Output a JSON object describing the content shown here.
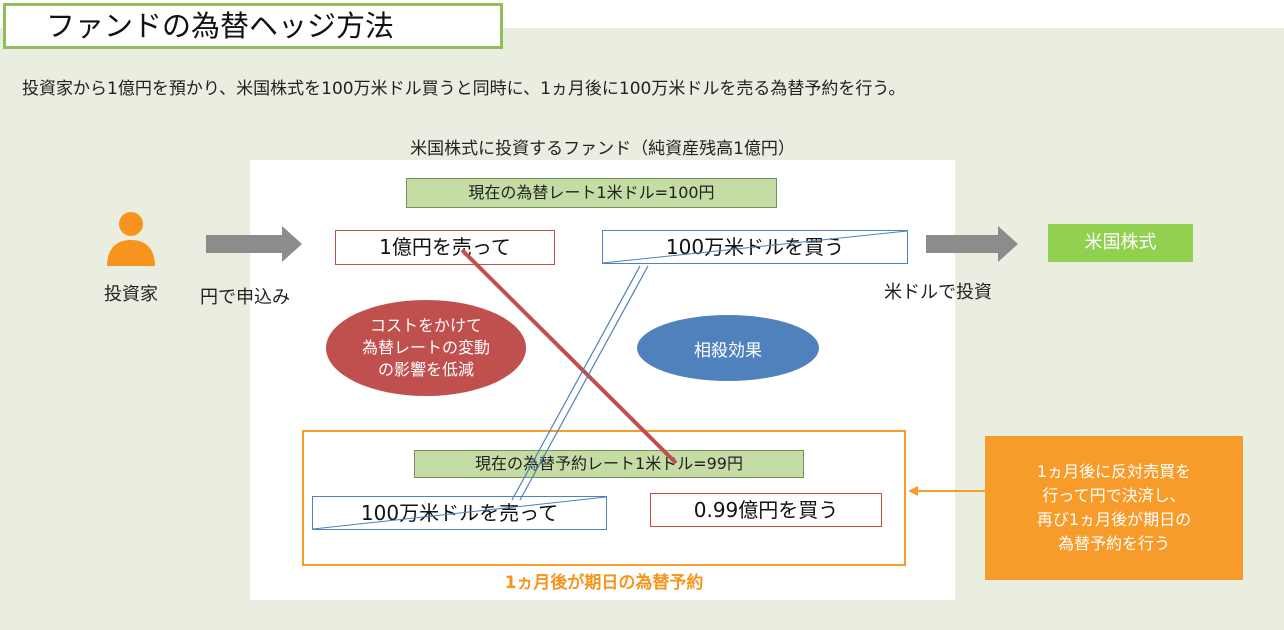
{
  "title": "ファンドの為替ヘッジ方法",
  "description": "投資家から1億円を預かり、米国株式を100万米ドル買うと同時に、1ヵ月後に100万米ドルを売る為替予約を行う。",
  "fund_caption": "米国株式に投資するファンド（純資産残高1億円）",
  "spot_rate": "現在の為替レート1米ドル=100円",
  "forward_rate": "現在の為替予約レート1米ドル=99円",
  "investor": {
    "icon": "person-icon",
    "label": "投資家"
  },
  "flow": {
    "yen_subscription": "円で申込み",
    "usd_invest": "米ドルで投資"
  },
  "boxes": {
    "sell_yen": "1億円を売って",
    "buy_usd": "100万米ドルを買う",
    "sell_usd": "100万米ドルを売って",
    "buy_yen": "0.99億円を買う"
  },
  "us_stocks": "米国株式",
  "cost_note": "コストをかけて\n為替レートの変動\nの影響を低減",
  "offset_effect": "相殺効果",
  "forward_caption": "1ヵ月後が期日の為替予約",
  "rollover_note": "1ヵ月後に反対売買を\n行って円で決済し、\n再び1ヵ月後が期日の\n為替予約を行う",
  "colors": {
    "panel_bg": "#eaeee0",
    "title_border": "#92bd5a",
    "green_label": "#c5dca5",
    "us_stocks": "#92d050",
    "red": "#c0504d",
    "blue": "#4f81bd",
    "orange": "#f79c2a",
    "arrow_gray": "#8c8c8c",
    "person_orange": "#f7941d"
  }
}
